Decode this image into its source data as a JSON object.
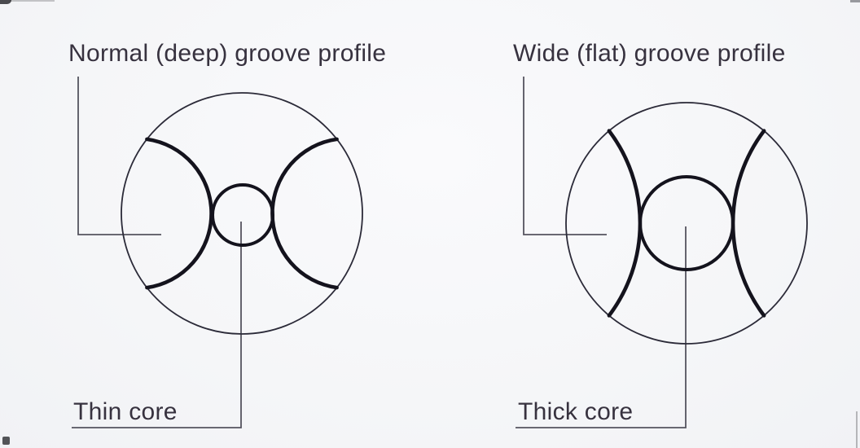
{
  "page": {
    "background": "#f5f6f8",
    "description_left": "circle cross-section with deep grooves and small core",
    "description_right": "circle cross-section with flat grooves and large core"
  },
  "colors": {
    "text": "#37323f",
    "outer_circle_stroke": "#2b2a38",
    "thick_profile_stroke": "#14131d",
    "leader_line": "#55545f"
  },
  "left_figure": {
    "title": "Normal (deep) groove profile",
    "core_label": "Thin core"
  },
  "right_figure": {
    "title": "Wide (flat) groove profile",
    "core_label": "Thick core"
  }
}
